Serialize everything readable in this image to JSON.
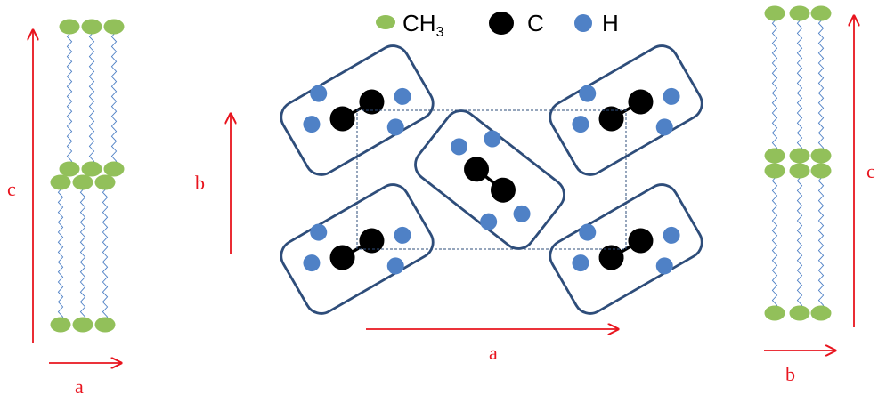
{
  "legend": {
    "items": [
      {
        "key": "ch3",
        "symbol": "CH",
        "subscript": "3",
        "color": "#92c05a"
      },
      {
        "key": "c",
        "symbol": "C",
        "subscript": "",
        "color": "#000000"
      },
      {
        "key": "h",
        "symbol": "H",
        "subscript": "",
        "color": "#4f81c6"
      }
    ]
  },
  "axes": {
    "left_vertical": "c",
    "left_horizontal": "a",
    "middle_vertical": "b",
    "middle_horizontal": "a",
    "right_vertical": "c",
    "right_horizontal": "b"
  },
  "colors": {
    "arrow": "#e8141e",
    "chain": "#4f81c6",
    "box_border": "#2e4d7a",
    "bond": "#000000",
    "cell_outline": "#2e4d7a"
  }
}
